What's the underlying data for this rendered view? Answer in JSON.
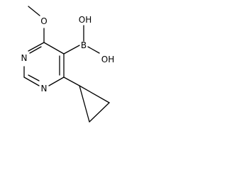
{
  "molecule": {
    "atoms": {
      "methoxy_oxygen": "O",
      "boron": "B",
      "hydroxyl_top": "OH",
      "hydroxyl_right": "OH",
      "ring_nitrogen_left": "N",
      "ring_nitrogen_bottom": "N"
    }
  },
  "colors": {
    "bond": "#000000",
    "background": "#ffffff"
  }
}
